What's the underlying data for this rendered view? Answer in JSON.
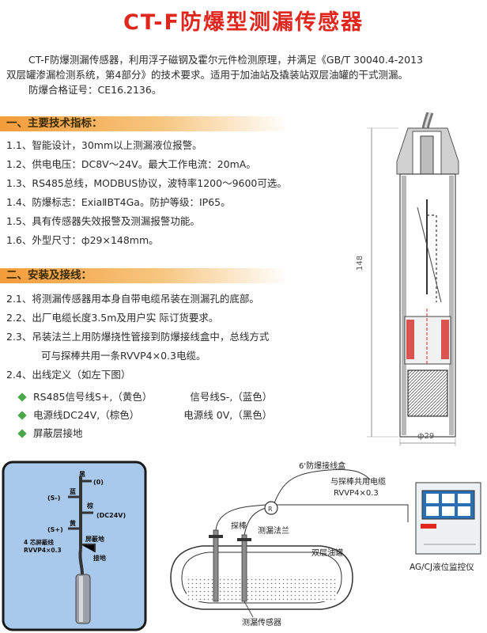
{
  "title": "CT-F防爆型测漏传感器",
  "intro": {
    "p1": "CT-F防爆测漏传感器，利用浮子磁钢及霍尔元件检测原理，并满足《GB/T 30040.4-2013",
    "p1b": "双层罐渗漏检测系统，第4部分》的技术要求。适用于加油站及撬装站双层油罐的干式测漏。",
    "p2": "防爆合格证号：CE16.2136。"
  },
  "section1": {
    "heading": "一、主要技术指标：",
    "items": [
      "1.1、智能设计，30mm以上测漏液位报警。",
      "1.2、供电电压：DC8V～24V。最大工作电流：20mA。",
      "1.3、RS485总线，MODBUS协议，波特率1200～9600可选。",
      "1.4、防爆标志：ExiaⅡBT4Ga。防护等级：IP65。",
      "1.5、具有传感器失效报警及测漏报警功能。",
      "1.6、外型尺寸：ф29×148mm。"
    ]
  },
  "section2": {
    "heading": "二、安装及接线：",
    "items": [
      "2.1、将测漏传感器用本身自带电缆吊装在测漏孔的底部。",
      "2.2、出厂电缆长度3.5m及用户实 际订货要求。",
      "2.3、吊装法兰上用防爆挠性管接到防爆接线盒中，总线方式",
      "可与探棒共用一条RVVP4×0.3电缆。",
      "2.4、出线定义（如左下图）"
    ]
  },
  "wires": {
    "row1a": "RS485信号线S+,（黄色）",
    "row1b": "信号线S-,（蓝色）",
    "row2a": "电源线DC24V,（棕色）",
    "row2b": "电源线 0V,（黑色）",
    "row3a": "屏蔽层接地"
  },
  "drawing": {
    "height_dim": "148",
    "diameter_dim": "ф29"
  },
  "wiring_diagram": {
    "label_0": "(0)",
    "label_s_minus": "(S-)",
    "label_dc24": "(DC24V)",
    "label_s_plus": "(S+)",
    "cable_1": "4 芯屏蔽线",
    "cable_2": "RVVP4×0.3",
    "shield": "屏蔽地",
    "ground": "接地",
    "char_blue": "蓝",
    "char_black": "黑",
    "char_brown": "棕",
    "char_yellow": "黄"
  },
  "system_diagram": {
    "junction_box": "6'防爆接线盒",
    "shared_cable": "与探棒共用电缆",
    "cable_spec": "RVVP4×0.3",
    "probe": "探棒",
    "flange": "测漏法兰",
    "tank": "双层油罐",
    "sensor": "测漏传感器",
    "monitor": "AG/CJ液位监控仪",
    "box_symbol": "R"
  },
  "colors": {
    "title": "#e0261d",
    "section_bar": "#f39c3a",
    "bullet": "#49a847",
    "panel_bg": "#a9c9ec"
  }
}
